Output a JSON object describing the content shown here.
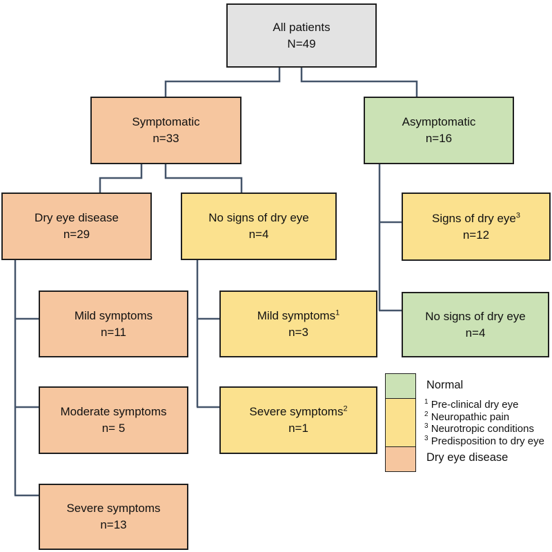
{
  "palette": {
    "gray": "#e3e3e3",
    "orange": "#f6c69f",
    "yellow": "#fbe18e",
    "green": "#cbe2b5",
    "box_border": "#1f1f1f",
    "connector": "#44546a"
  },
  "nodes": {
    "all_patients": {
      "label": "All patients",
      "sup": "",
      "count": "N=49"
    },
    "symptomatic": {
      "label": "Symptomatic",
      "sup": "",
      "count": "n=33"
    },
    "asymptomatic": {
      "label": "Asymptomatic",
      "sup": "",
      "count": "n=16"
    },
    "dry_eye_disease": {
      "label": "Dry eye disease",
      "sup": "",
      "count": "n=29"
    },
    "no_signs_symptomatic": {
      "label": "No signs of dry eye",
      "sup": "",
      "count": "n=4"
    },
    "signs_asymptomatic": {
      "label": "Signs of dry eye",
      "sup": "3",
      "count": "n=12"
    },
    "mild_symptoms": {
      "label": "Mild symptoms",
      "sup": "",
      "count": "n=11"
    },
    "mild_symptoms_noted": {
      "label": "Mild symptoms",
      "sup": "1",
      "count": "n=3"
    },
    "no_signs_asymptomatic": {
      "label": "No signs of dry eye",
      "sup": "",
      "count": "n=4"
    },
    "moderate_symptoms": {
      "label": "Moderate symptoms",
      "sup": "",
      "count": "n= 5"
    },
    "severe_symptoms_noted": {
      "label": "Severe symptoms",
      "sup": "2",
      "count": "n=1"
    },
    "severe_symptoms": {
      "label": "Severe symptoms",
      "sup": "",
      "count": "n=13"
    }
  },
  "legend": {
    "normal_label": "Normal",
    "notes": [
      {
        "sup": "1",
        "text": "Pre-clinical dry eye"
      },
      {
        "sup": "2",
        "text": "Neuropathic pain"
      },
      {
        "sup": "3",
        "text": "Neurotropic conditions"
      },
      {
        "sup": "3",
        "text": "Predisposition to dry eye"
      }
    ],
    "dry_eye_label": "Dry eye disease"
  }
}
